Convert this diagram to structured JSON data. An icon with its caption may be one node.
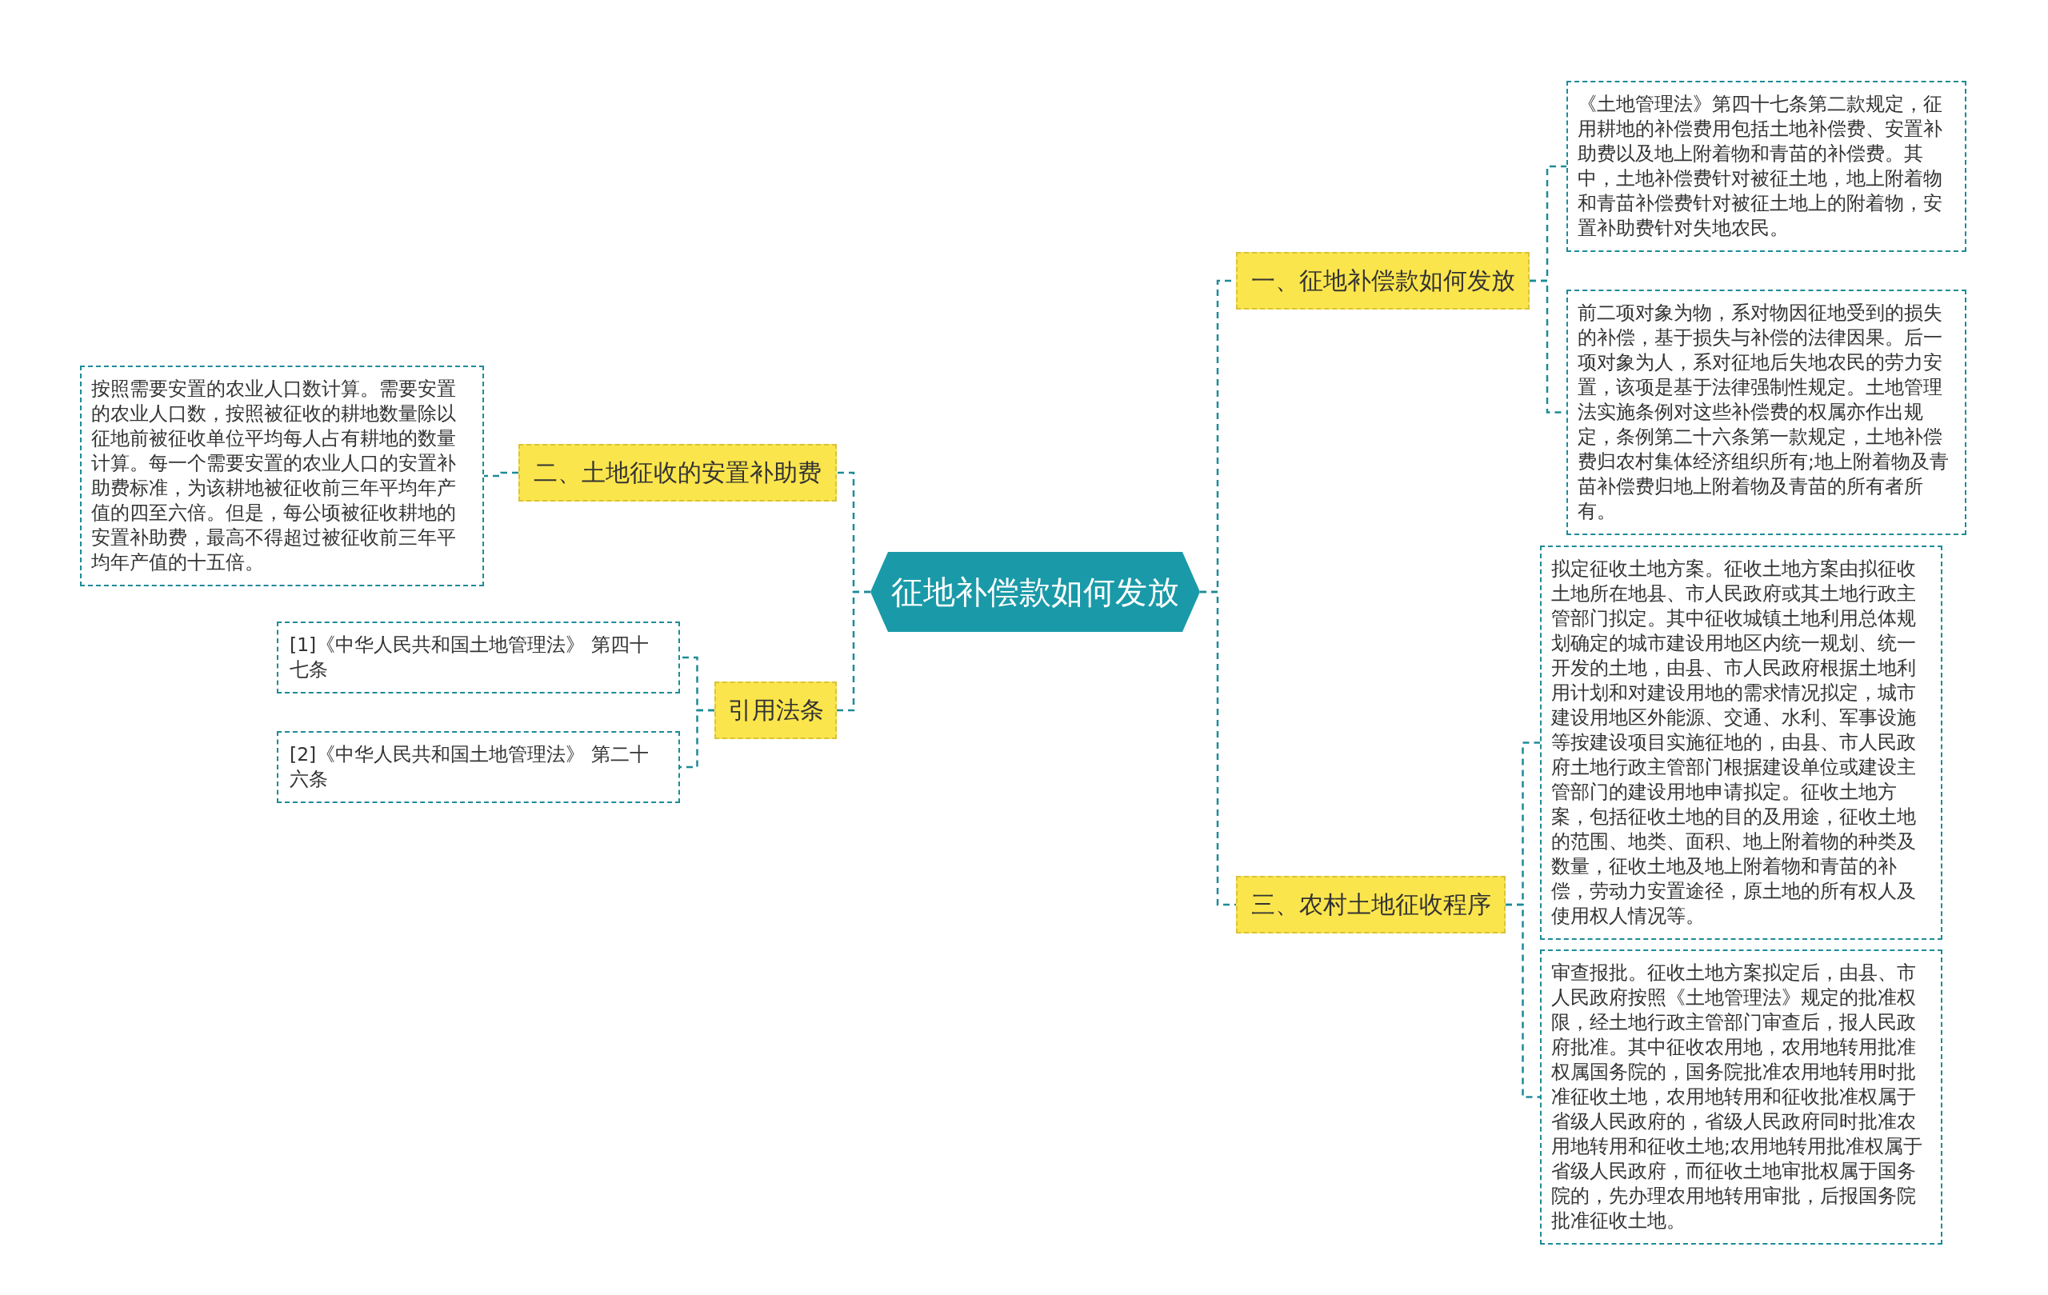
{
  "diagram": {
    "nodes": [
      {
        "text": [
          "征地补偿款如何发放"
        ]
      },
      {
        "text": [
          "一、征地补偿款如何发放"
        ]
      },
      {
        "text": [
          "《土地管理法》第四十七条第二款规定，征用耕地的补偿费用包括土地补偿费、安置补助费以及地上附着物和青苗的补偿费。其中，土地补偿费针对被征土地，地上附着物和青苗补偿费针对被征土地上的附着物，安置补助费针对失地农民。"
        ]
      },
      {
        "text": [
          "前二项对象为物，系对物因征地受到的损失的补偿，基于损失与补偿的法律因果。后一项对象为人，系对征地后失地农民的劳力安置，该项是基于法律强制性规定。土地管理法实施条例对这些补偿费的权属亦作出规定，条例第二十六条第一款规定，土地补偿费归农村集体经济组织所有;地上附着物及青苗补偿费归地上附着物及青苗的所有者所有。"
        ]
      },
      {
        "text": [
          "三、农村土地征收程序"
        ]
      },
      {
        "text": [
          "拟定征收土地方案。征收土地方案由拟征收土地所在地县、市人民政府或其土地行政主管部门拟定。其中征收城镇土地利用总体规划确定的城市建设用地区内统一规划、统一开发的土地，由县、市人民政府根据土地利用计划和对建设用地的需求情况拟定，城市建设用地区外能源、交通、水利、军事设施等按建设项目实施征地的，由县、市人民政府土地行政主管部门根据建设单位或建设主管部门的建设用地申请拟定。征收土地方案，包括征收土地的目的及用途，征收土地的范围、地类、面积、地上附着物的种类及数量，征收土地及地上附着物和青苗的补偿，劳动力安置途径，原土地的所有权人及使用权人情况等。"
        ]
      },
      {
        "text": [
          "审查报批。征收土地方案拟定后，由县、市人民政府按照《土地管理法》规定的批准权限，经土地行政主管部门审查后，报人民政府批准。其中征收农用地，农用地转用批准权属国务院的，国务院批准农用地转用时批准征收土地，农用地转用和征收批准权属于省级人民政府的，省级人民政府同时批准农用地转用和征收土地;农用地转用批准权属于省级人民政府，而征收土地审批权属于国务院的，先办理农用地转用审批，后报国务院批准征收土地。"
        ]
      },
      {
        "text": [
          "二、土地征收的安置补助费"
        ]
      },
      {
        "text": [
          "按照需要安置的农业人口数计算。需要安置的农业人口数，按照被征收的耕地数量除以征地前被征收单位平均每人占有耕地的数量计算。每一个需要安置的农业人口的安置补助费标准，为该耕地被征收前三年平均年产值的四至六倍。但是，每公顷被征收耕地的安置补助费，最高不得超过被征收前三年平均年产值的十五倍。"
        ]
      },
      {
        "text": [
          "引用法条"
        ]
      },
      {
        "text": [
          "[1]《中华人民共和国土地管理法》 第四十七条"
        ]
      },
      {
        "text": [
          "[2]《中华人民共和国土地管理法》 第二十六条"
        ]
      }
    ],
    "edges": [
      {
        "from": 0,
        "to": 1,
        "arrow": "none",
        "style": "dashed"
      },
      {
        "from": 0,
        "to": 4,
        "arrow": "none",
        "style": "dashed"
      },
      {
        "from": 0,
        "to": 7,
        "arrow": "none",
        "style": "dashed"
      },
      {
        "from": 0,
        "to": 9,
        "arrow": "none",
        "style": "dashed"
      },
      {
        "from": 1,
        "to": 2,
        "arrow": "none",
        "style": "dashed"
      },
      {
        "from": 1,
        "to": 3,
        "arrow": "none",
        "style": "dashed"
      },
      {
        "from": 4,
        "to": 5,
        "arrow": "none",
        "style": "dashed"
      },
      {
        "from": 4,
        "to": 6,
        "arrow": "none",
        "style": "dashed"
      },
      {
        "from": 7,
        "to": 8,
        "arrow": "none",
        "style": "dashed"
      },
      {
        "from": 9,
        "to": 10,
        "arrow": "none",
        "style": "dashed"
      },
      {
        "from": 9,
        "to": 11,
        "arrow": "none",
        "style": "dashed"
      }
    ]
  }
}
